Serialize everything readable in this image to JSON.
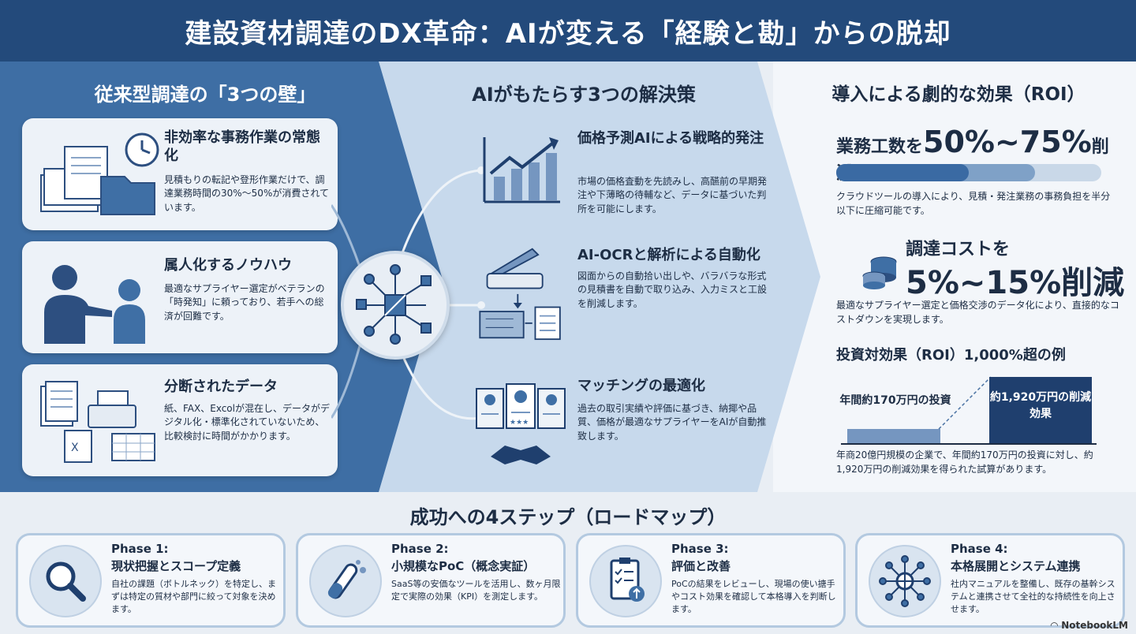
{
  "title": "建設資材調達のDX革命：AIが変える「経験と勘」からの脱却",
  "walls": {
    "title": "従来型調達の「3つの壁」",
    "items": [
      {
        "heading": "非効率な事務作業の常態化",
        "text": "見積もりの転記や登形作業だけで、調達業務時間の30%〜50%が消費されています。",
        "icon": "documents-clock-icon"
      },
      {
        "heading": "属人化するノウハウ",
        "text": "最適なサプライヤー選定がベテランの「時発知」に頼っており、若手への総済が回難です。",
        "icon": "people-talking-icon"
      },
      {
        "heading": "分断されたデータ",
        "text": "紙、FAX、Excolが混在し、データがデジタル化・標準化されていないため、比較検討に時間がかかります。",
        "icon": "paper-fax-excel-icon"
      }
    ]
  },
  "solutions": {
    "title": "AIがもたらす3つの解決策",
    "items": [
      {
        "heading": "価格予測AIによる戦略的発注",
        "text": "市場の価格査動を先読みし、高醼前の早期発注や下薄略の待輔など、データに基づいた判所を可能にします。",
        "icon": "rising-chart-icon"
      },
      {
        "heading": "AI-OCRと解析による自動化",
        "text": "図面からの自動拾い出しや、バラバラな形式の見積書を自動で取り込み、入力ミスと工設を削減します。",
        "icon": "scanner-document-icon"
      },
      {
        "heading": "マッチングの最適化",
        "text": "過去の取引実績や評価に基づき、納揶や品質、価格が最適なサプライヤーをAIが自動推致します。",
        "icon": "profiles-handshake-icon"
      }
    ]
  },
  "roi": {
    "title": "導入による劇的な効果（ROI）",
    "work_prefix": "業務工数を",
    "work_value": "50%~75%",
    "work_suffix": "削減",
    "work_reduction_min": 0.5,
    "work_reduction_max": 0.75,
    "work_text": "クラウドツールの導入により、見積・発注業務の事務負担を半分以下に圧縮可能です。",
    "cost_prefix": "調達コストを",
    "cost_value": "5%~15%削減",
    "cost_text": "最適なサプライヤー選定と価格交渉のデータ化により、直接的なコストダウンを実現します。",
    "example_title": "投資対効果（ROI）1,000%超の例",
    "investment_label": "年間約170万円の投資",
    "savings_label": "約1,920万円の削減効果",
    "example_text": "年商20億円規模の企業で、年間約170万円の投資に対し、約1,920万円の削減効果を得られた試算があります。"
  },
  "roadmap": {
    "title": "成功への4ステップ（ロードマップ）",
    "phases": [
      {
        "label": "Phase 1:",
        "title": "現状把握とスコープ定義",
        "text": "自社の課題（ボトルネック）を特定し、まずは特定の質材や部門に絞って対象を決めます。",
        "icon": "magnifier-icon"
      },
      {
        "label": "Phase 2:",
        "title": "小規模なPoC（概念実証）",
        "text": "SaaS等の安価なツールを活用し、数ヶ月限定で実際の効果（KPI）を測定します。",
        "icon": "test-tube-icon"
      },
      {
        "label": "Phase 3:",
        "title": "評価と改善",
        "text": "PoCの結果をレビューし、現場の使い搪手やコスト効果を確認して本格導入を判断します。",
        "icon": "checklist-icon"
      },
      {
        "label": "Phase 4:",
        "title": "本格展開とシステム連携",
        "text": "社内マニュアルを整備し、既存の基幹システムと連携させて全社的な持続性を向上させます。",
        "icon": "network-globe-icon"
      }
    ]
  },
  "brand": "NotebookLM"
}
